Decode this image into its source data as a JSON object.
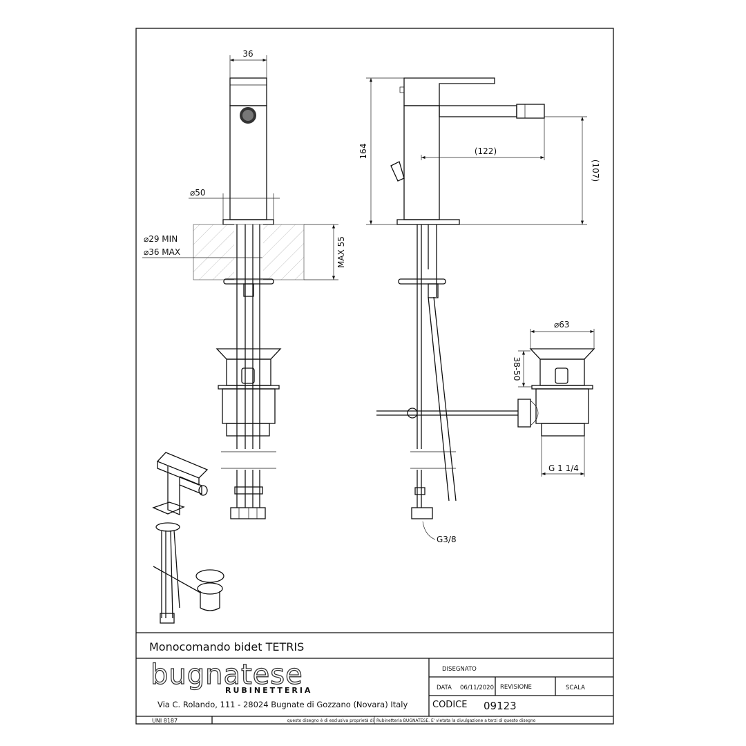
{
  "drawing": {
    "dimensions": {
      "width_top": "36",
      "height_total": "164",
      "spout_reach": "(122)",
      "spout_height": "(107)",
      "base_diameter": "⌀50",
      "hole_min": "⌀29 MIN",
      "hole_max": "⌀36 MAX",
      "deck_max": "MAX 55",
      "waste_diameter": "⌀63",
      "waste_range": "38-50",
      "waste_thread": "G 1 1/4",
      "supply_thread": "G3/8"
    }
  },
  "title_block": {
    "product_title": "Monocomando bidet TETRIS",
    "brand": "bugnatese",
    "brand_sub": "RUBINETTERIA",
    "address": "Via C. Rolando, 111 - 28024 Bugnate di Gozzano (Novara) Italy",
    "drawn_label": "DISEGNATO",
    "date_label": "DATA",
    "date_value": "06/11/2020",
    "revision_label": "REVISIONE",
    "scale_label": "SCALA",
    "code_label": "CODICE",
    "code_value": "09123",
    "standard": "UNI 8187",
    "notice_left": "questo disegno è di esclusiva proprietà di",
    "notice_right": "Rubinetteria BUGNATESE. E' vietata la divulgazione a terzi di questo disegno"
  }
}
